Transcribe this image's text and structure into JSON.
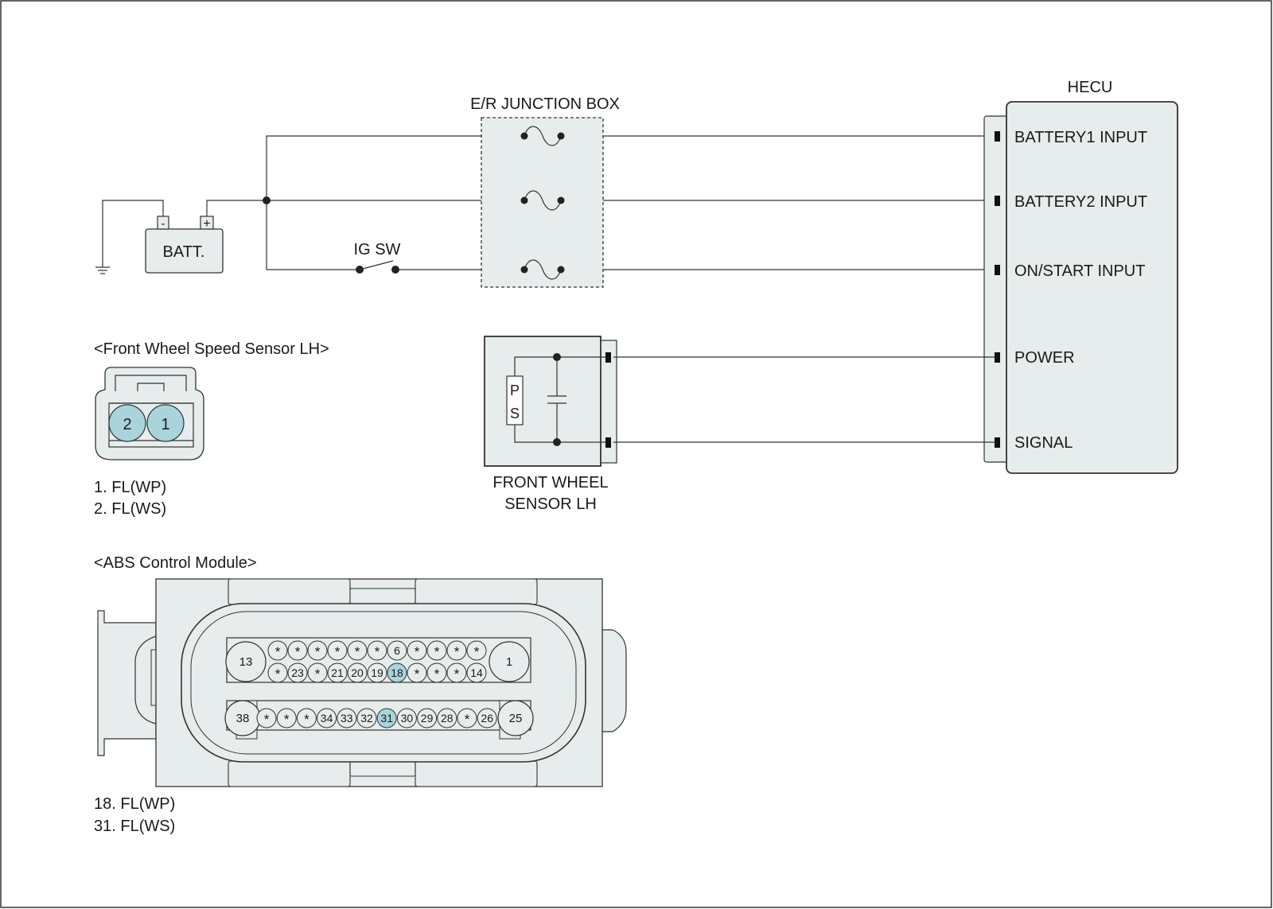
{
  "junction_box": {
    "title": "E/R JUNCTION BOX"
  },
  "hecu": {
    "title": "HECU",
    "pins": [
      {
        "label": "BATTERY1 INPUT"
      },
      {
        "label": "BATTERY2 INPUT"
      },
      {
        "label": "ON/START INPUT"
      },
      {
        "label": "POWER"
      },
      {
        "label": "SIGNAL"
      }
    ]
  },
  "battery": {
    "label": "BATT.",
    "neg": "-",
    "pos": "+"
  },
  "ig_switch": {
    "label": "IG SW"
  },
  "sensor": {
    "title_line1": "FRONT WHEEL",
    "title_line2": "SENSOR LH",
    "p": "P",
    "s": "S"
  },
  "wss_connector": {
    "title": "<Front Wheel Speed Sensor LH>",
    "pins": [
      "2",
      "1"
    ],
    "legend": [
      "1. FL(WP)",
      "2. FL(WS)"
    ]
  },
  "abs_connector": {
    "title": "<ABS Control Module>",
    "big_pins": {
      "top_left": "13",
      "top_right": "1",
      "bottom_left": "38",
      "bottom_right": "25"
    },
    "row1": [
      "*",
      "*",
      "*",
      "*",
      "*",
      "*",
      "6",
      "*",
      "*",
      "*",
      "*"
    ],
    "row2": [
      "*",
      "23",
      "*",
      "21",
      "20",
      "19",
      "18",
      "*",
      "*",
      "*",
      "14"
    ],
    "row3": [
      "*",
      "*",
      "*",
      "34",
      "33",
      "32",
      "31",
      "30",
      "29",
      "28",
      "*",
      "26"
    ],
    "highlighted": [
      "18",
      "31"
    ],
    "legend": [
      "18. FL(WP)",
      "31. FL(WS)"
    ]
  },
  "colors": {
    "pin_highlight": "#a9d4dc",
    "panel_fill": "#e6edec",
    "wire": "#333333"
  }
}
